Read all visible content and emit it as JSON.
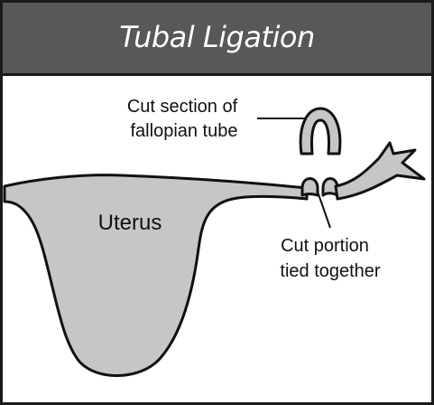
{
  "title": "Tubal Ligation",
  "labels": {
    "cut_section_line1": "Cut section of",
    "cut_section_line2": "fallopian tube",
    "uterus": "Uterus",
    "cut_portion_line1": "Cut portion",
    "cut_portion_line2": "tied together"
  },
  "colors": {
    "header": "#585858",
    "organ_fill": "#c6c6c6",
    "outline": "#111111"
  }
}
